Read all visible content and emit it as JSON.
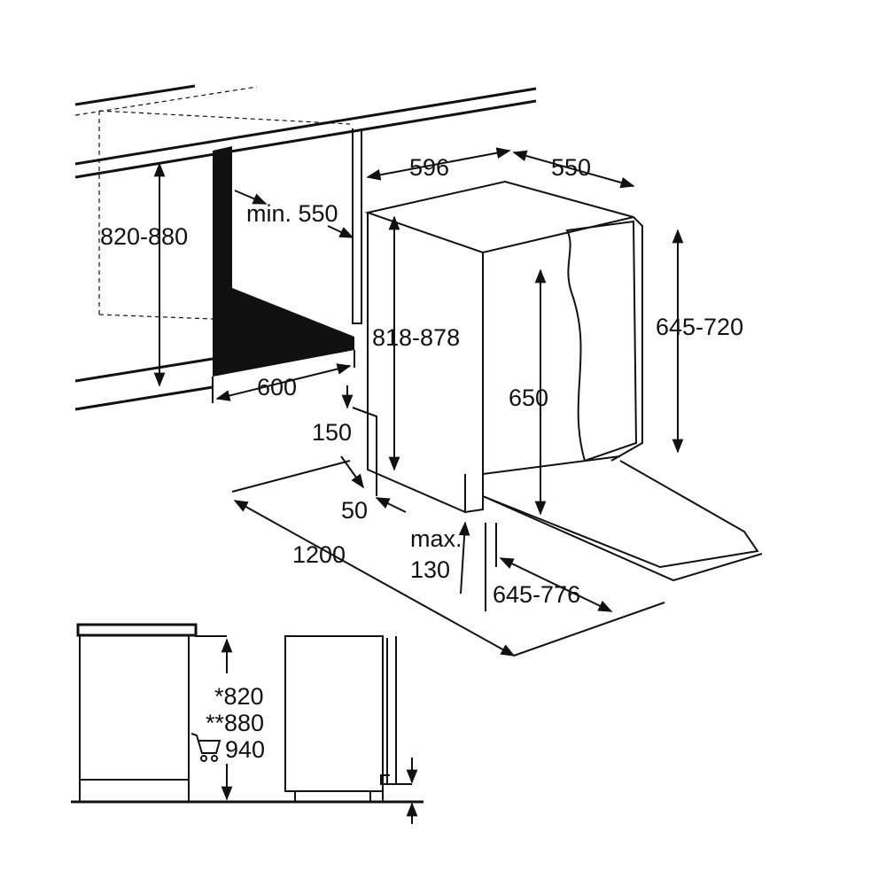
{
  "diagram": {
    "title_labels": {
      "cabinet_height": "820-880",
      "min_depth": "min. 550",
      "niche_width": "600",
      "appliance_height": "818-878",
      "width": "596",
      "depth": "550",
      "door_height": "645-720",
      "inner_height": "650",
      "plinth_150": "150",
      "plinth_50": "50",
      "total_1200": "1200",
      "max_label": "max.",
      "max_130": "130",
      "door_range": "645-776"
    },
    "side_view": {
      "height_1": "*820",
      "height_2": "**880",
      "height_3": "940",
      "cart_icon": "shopping-cart-icon"
    }
  }
}
